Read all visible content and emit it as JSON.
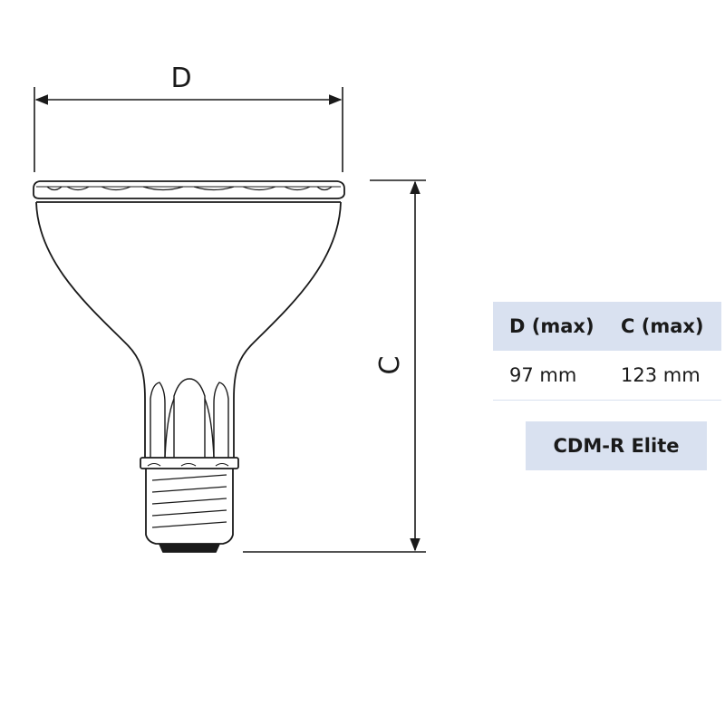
{
  "dimensions": {
    "width_label": "D",
    "height_label": "C"
  },
  "spec_table": {
    "headers": [
      "D (max)",
      "C (max)"
    ],
    "values": [
      "97 mm",
      "123 mm"
    ]
  },
  "model_name": "CDM-R Elite",
  "colors": {
    "table_header_bg": "#d9e1f0",
    "line": "#1a1a1a"
  }
}
